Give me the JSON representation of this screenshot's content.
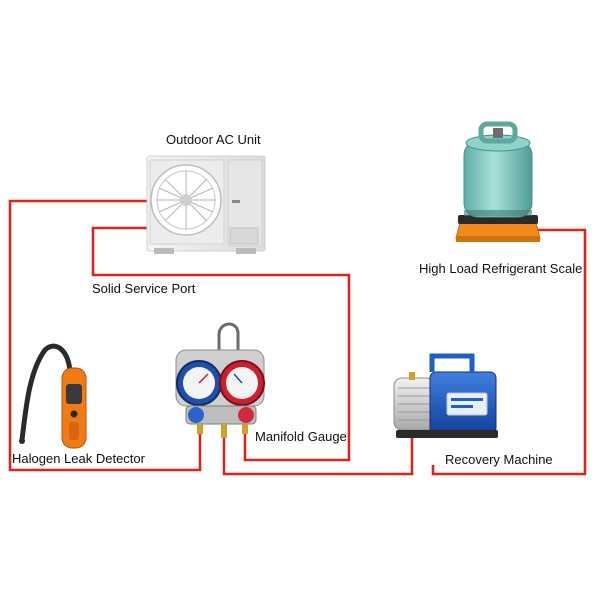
{
  "labels": {
    "outdoor_ac_unit": "Outdoor AC Unit",
    "solid_service_port": "Solid Service Port",
    "high_load_refrigerant_scale": "High Load Refrigerant Scale",
    "halogen_leak_detector": "Halogen Leak Detector",
    "manifold_gauge": "Manifold Gauge",
    "recovery_machine": "Recovery Machine"
  },
  "colors": {
    "hose": "#d8261f",
    "cylinder": "#7fc8c0",
    "scale": "#f08a1c",
    "gauge_blue": "#1f4fa8",
    "gauge_red": "#cc2030",
    "pump_blue": "#1f5fc9",
    "detector": "#f07a14"
  }
}
